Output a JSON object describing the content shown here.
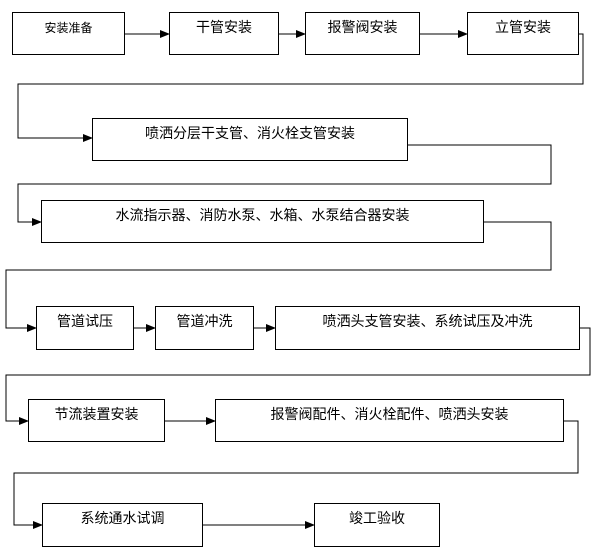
{
  "steps": {
    "s1": "安装准备",
    "s2": "干管安装",
    "s3": "报警阀安装",
    "s4": "立管安装",
    "s5": "喷洒分层干支管、消火栓支管安装",
    "s6": "水流指示器、消防水泵、水箱、水泵结合器安装",
    "s7": "管道试压",
    "s8": "管道冲洗",
    "s9": "喷洒头支管安装、系统试压及冲洗",
    "s10": "节流装置安装",
    "s11": "报警阀配件、消火栓配件、喷洒头安装",
    "s12": "系统通水试调",
    "s13": "竣工验收"
  }
}
